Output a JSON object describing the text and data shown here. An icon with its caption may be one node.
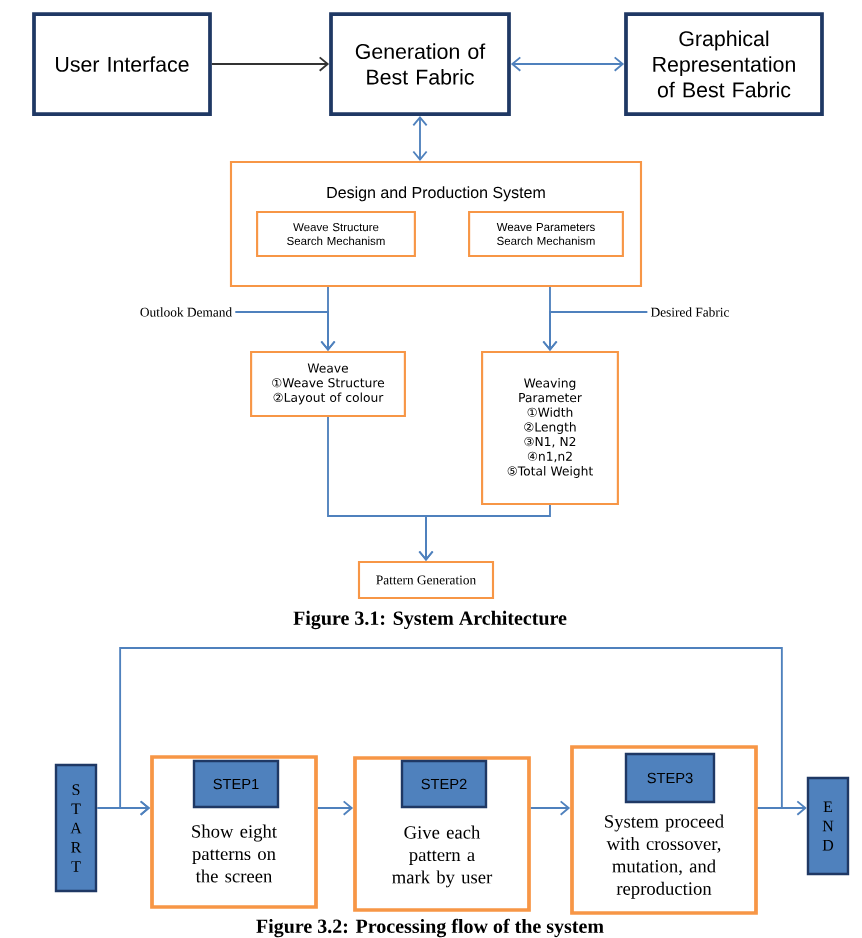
{
  "diagram": {
    "nodes": [
      {
        "text": [
          "User Interface"
        ]
      },
      {
        "text": [
          "Generation of Best Fabric"
        ]
      },
      {
        "text": [
          "Graphical Representation of Best Fabric"
        ]
      },
      {
        "text": [
          "Design and Production System"
        ]
      },
      {
        "text": [
          "Weave Structure Search Mechanism"
        ],
        "in": 3
      },
      {
        "text": [
          "Weave Parameters Search Mechanism"
        ],
        "in": 3
      },
      {
        "text": [
          "Outlook Demand"
        ]
      },
      {
        "text": [
          "Desired Fabric"
        ]
      },
      {
        "text": [
          "Weave",
          "①Weave Structure",
          "②Layout of colour"
        ]
      },
      {
        "text": [
          "Weaving Parameter",
          "①Width",
          "②Length",
          "③N1, N2",
          "④n1,n2",
          "⑤Total Weight"
        ]
      },
      {
        "text": [
          "Pattern Generation"
        ]
      },
      {
        "text": [
          "S T A R T"
        ]
      },
      {
        "text": [
          "Show eight patterns on the screen"
        ]
      },
      {
        "text": [
          "STEP1"
        ],
        "in": 12
      },
      {
        "text": [
          "Give each pattern a mark by user"
        ]
      },
      {
        "text": [
          "STEP2"
        ],
        "in": 14
      },
      {
        "text": [
          "System proceed with crossover, mutation, and reproduction"
        ]
      },
      {
        "text": [
          "STEP3"
        ],
        "in": 16
      },
      {
        "text": [
          "E N D"
        ]
      }
    ],
    "edges": [
      {
        "from": 0,
        "to": 1,
        "arrow": "to",
        "color": "#333333"
      },
      {
        "from": 1,
        "to": 2,
        "arrow": "both"
      },
      {
        "from": 1,
        "to": 3,
        "arrow": "both"
      },
      {
        "from": 3,
        "to": 8,
        "arrow": "to"
      },
      {
        "from": 3,
        "to": 9,
        "arrow": "to"
      },
      {
        "from": 6,
        "to": 8,
        "arrow": "to"
      },
      {
        "from": 7,
        "to": 9,
        "arrow": "to"
      },
      {
        "from": 8,
        "to": 10,
        "arrow": "to"
      },
      {
        "from": 9,
        "to": 10,
        "arrow": "to"
      },
      {
        "from": 11,
        "to": 12,
        "arrow": "to"
      },
      {
        "from": 12,
        "to": 14,
        "arrow": "to"
      },
      {
        "from": 14,
        "to": 16,
        "arrow": "to"
      },
      {
        "from": 16,
        "to": 18,
        "arrow": "to"
      },
      {
        "from": 16,
        "to": 12,
        "arrow": "to"
      }
    ],
    "labels": [
      "Figure 3.1: System Architecture",
      "Figure 3.2: Processing flow of the system"
    ]
  }
}
